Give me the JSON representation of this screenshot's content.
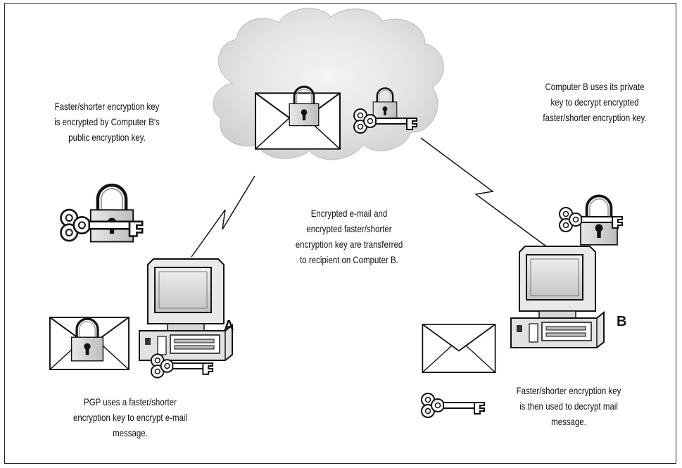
{
  "captions": {
    "top_left": "Faster/shorter encryption key is encrypted by Computer B's public encryption key.",
    "top_right": "Computer B uses its private key to decrypt encrypted faster/shorter encryption key.",
    "center": "Encrypted e-mail and encrypted faster/shorter encryption key are transferred to recipient on Computer B.",
    "bottom_left": "PGP uses a faster/shorter encryption key to encrypt e-mail message.",
    "bottom_right": "Faster/shorter encryption key is then used to decrypt mail message."
  },
  "nodes": {
    "computer_a": "A",
    "computer_b": "B"
  },
  "icons": [
    "cloud-icon",
    "envelope-icon",
    "padlock-icon",
    "key-icon",
    "computer-icon",
    "lightning-link-icon"
  ]
}
